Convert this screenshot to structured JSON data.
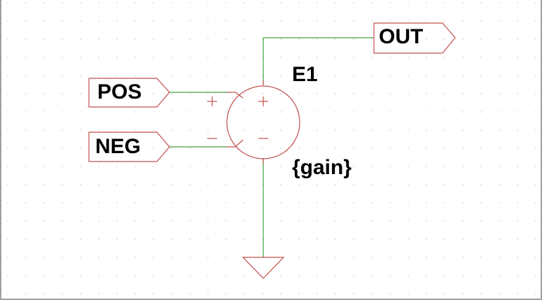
{
  "schematic": {
    "component": {
      "ref": "E1",
      "value": "{gain}",
      "type": "voltage-controlled-voltage-source"
    },
    "ports": [
      {
        "name": "POS",
        "direction": "input"
      },
      {
        "name": "NEG",
        "direction": "input"
      },
      {
        "name": "OUT",
        "direction": "output"
      }
    ],
    "pin_marks": {
      "plus": "+",
      "minus": "−"
    },
    "colors": {
      "symbol": "#c0504d",
      "wire": "#3fa53f",
      "grid": "#b0b0b0",
      "text": "#000000"
    }
  }
}
